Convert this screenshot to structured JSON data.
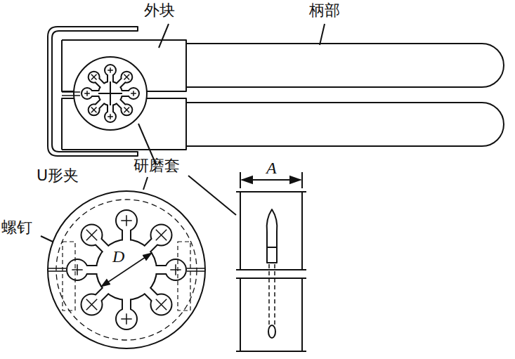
{
  "diagram": {
    "labels": [
      "外块",
      "柄部",
      "U形夹",
      "研磨套",
      "螺钉",
      "A",
      "D"
    ]
  }
}
